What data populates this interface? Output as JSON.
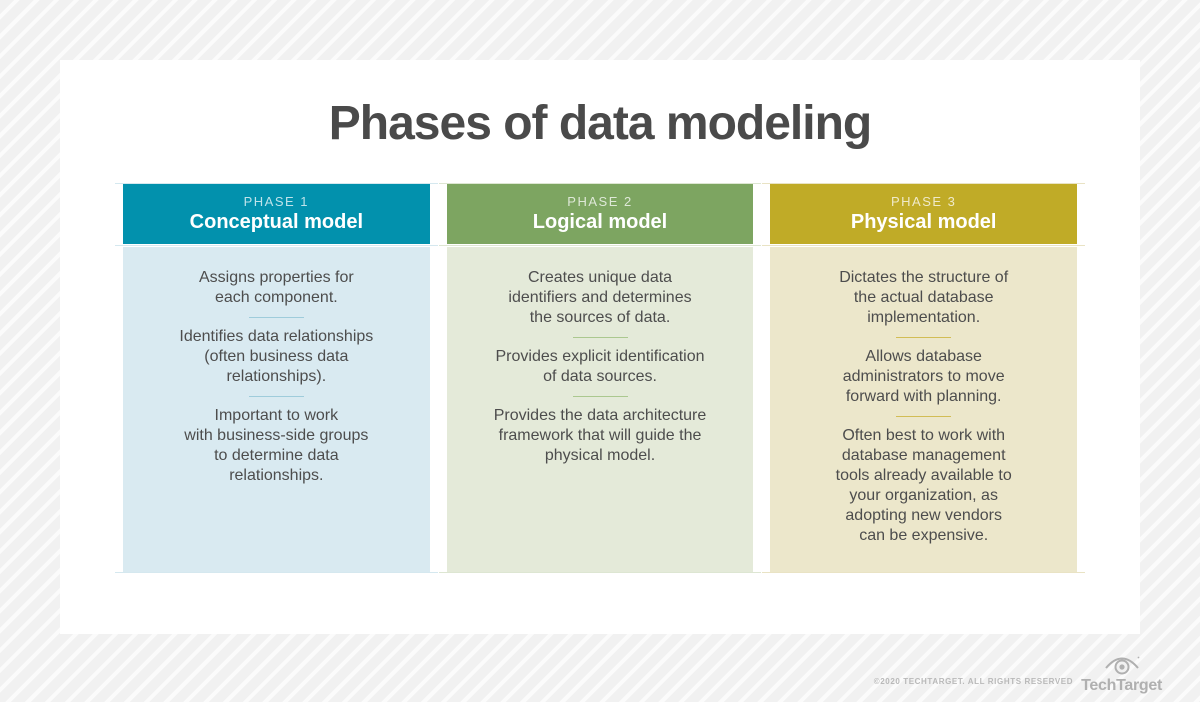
{
  "title": "Phases of data modeling",
  "columns": [
    {
      "phase_label": "PHASE 1",
      "name": "Conceptual model",
      "header_color": "#0291ad",
      "body_color": "#d9eaf1",
      "divider_color": "#9fccdb",
      "items": [
        "Assigns properties for\neach component.",
        "Identifies data relationships\n(often business data\nrelationships).",
        "Important to work\nwith business-side groups\nto determine data\nrelationships."
      ]
    },
    {
      "phase_label": "PHASE 2",
      "name": "Logical model",
      "header_color": "#7da561",
      "body_color": "#e4ead9",
      "divider_color": "#abc88f",
      "items": [
        "Creates unique data\nidentifiers and determines\nthe sources of data.",
        "Provides explicit identification\nof data sources.",
        "Provides the data architecture\nframework that will guide the\nphysical model."
      ]
    },
    {
      "phase_label": "PHASE 3",
      "name": "Physical model",
      "header_color": "#c0ab27",
      "body_color": "#ece7cb",
      "divider_color": "#d2bd55",
      "items": [
        "Dictates the structure of\nthe actual database\nimplementation.",
        "Allows database\nadministrators to move\nforward with planning.",
        "Often best to work with\ndatabase management\ntools already available to\nyour organization, as\nadopting new vendors\ncan be expensive."
      ]
    }
  ],
  "footer": {
    "copyright": "©2020 TECHTARGET. ALL RIGHTS RESERVED",
    "brand": "TechTarget"
  },
  "colors": {
    "page_background": "#f1f1f1",
    "card_background": "#ffffff",
    "title_text": "#4a4a4a",
    "body_text": "#4d4d4d",
    "header_text": "#ffffff",
    "footer_text": "#b9b9b9",
    "logo_gray": "#b0b0b0"
  }
}
